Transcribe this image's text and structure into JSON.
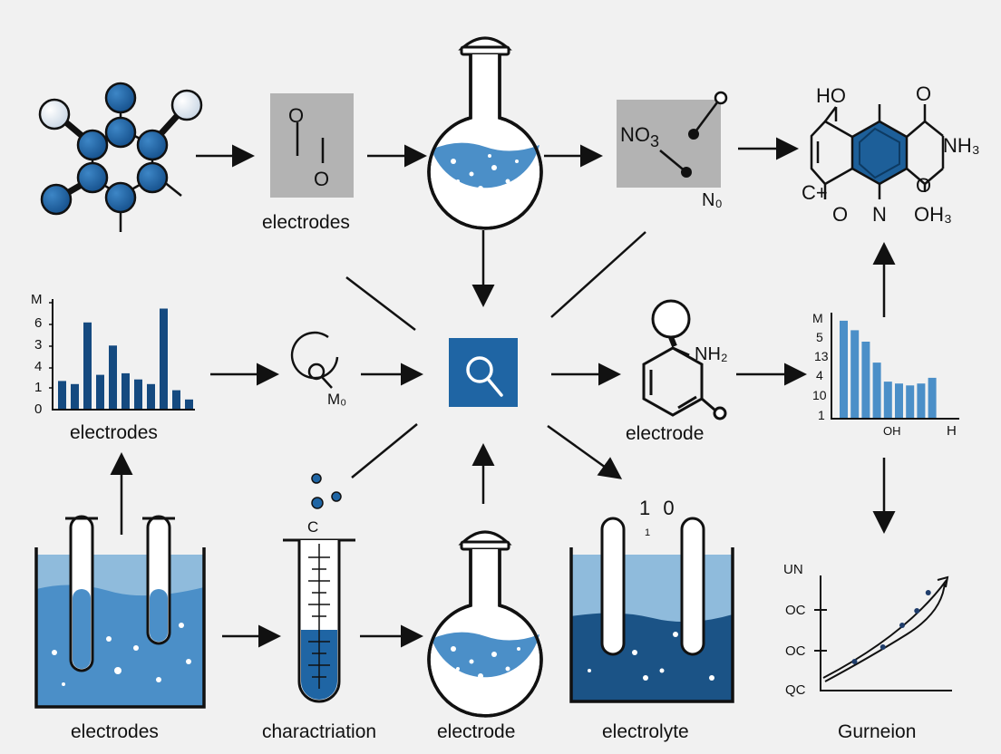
{
  "labels": {
    "electrodes_top": "electrodes",
    "electrodes_left_chart": "electrodes",
    "electrodes_bottom": "electrodes",
    "characterization": "charactriation",
    "electrode_flask": "electrode",
    "electrode_ring": "electrode",
    "electrolyte": "electrolyte",
    "gurneion": "Gurneion"
  },
  "grey_box_1": {
    "top_letter": "O",
    "bottom_letter": "O"
  },
  "grey_box_2": {
    "formula": "NO",
    "subscript": "3",
    "side_label": "N₀"
  },
  "magnifier_node": {
    "label": "M₀"
  },
  "ring_molecule": {
    "group": "NH₂"
  },
  "fused_molecule": {
    "ho": "HO",
    "o_top": "O",
    "nh3": "NH₃",
    "c_plus": "C+",
    "o_left": "O",
    "n_bottom": "N",
    "o_bottom": "O",
    "oh3": "OH₃"
  },
  "tube_text": {
    "c": "C"
  },
  "beaker_right_text": {
    "top": "1 0",
    "small": "1"
  },
  "colors": {
    "accent": "#1f65a4",
    "accent_dark": "#154a80",
    "water": "#4b8fc8",
    "grey_box": "#b3b3b3"
  },
  "chart_data": [
    {
      "type": "bar",
      "yticklabels": [
        "M",
        "6",
        "3",
        "4",
        "1",
        "0"
      ],
      "values": [
        1.8,
        1.6,
        5.6,
        2.2,
        4.1,
        2.3,
        1.9,
        1.6,
        6.5,
        1.2,
        0.6
      ],
      "xlabel": "electrodes"
    },
    {
      "type": "bar",
      "yticklabels": [
        "M",
        "5",
        "13",
        "4",
        "10",
        "1"
      ],
      "xticklabels": [
        "OH",
        "H"
      ],
      "values": [
        5.1,
        4.6,
        4.0,
        2.9,
        1.9,
        1.8,
        1.7,
        1.8,
        2.1
      ]
    },
    {
      "type": "scatter",
      "yticklabels": [
        "UN",
        "OC",
        "OC",
        "QC"
      ],
      "xlabel": "Gurneion",
      "points": [
        [
          0.3,
          0.4
        ],
        [
          0.55,
          0.6
        ],
        [
          0.72,
          0.9
        ],
        [
          0.85,
          1.1
        ],
        [
          0.95,
          1.35
        ]
      ]
    }
  ]
}
